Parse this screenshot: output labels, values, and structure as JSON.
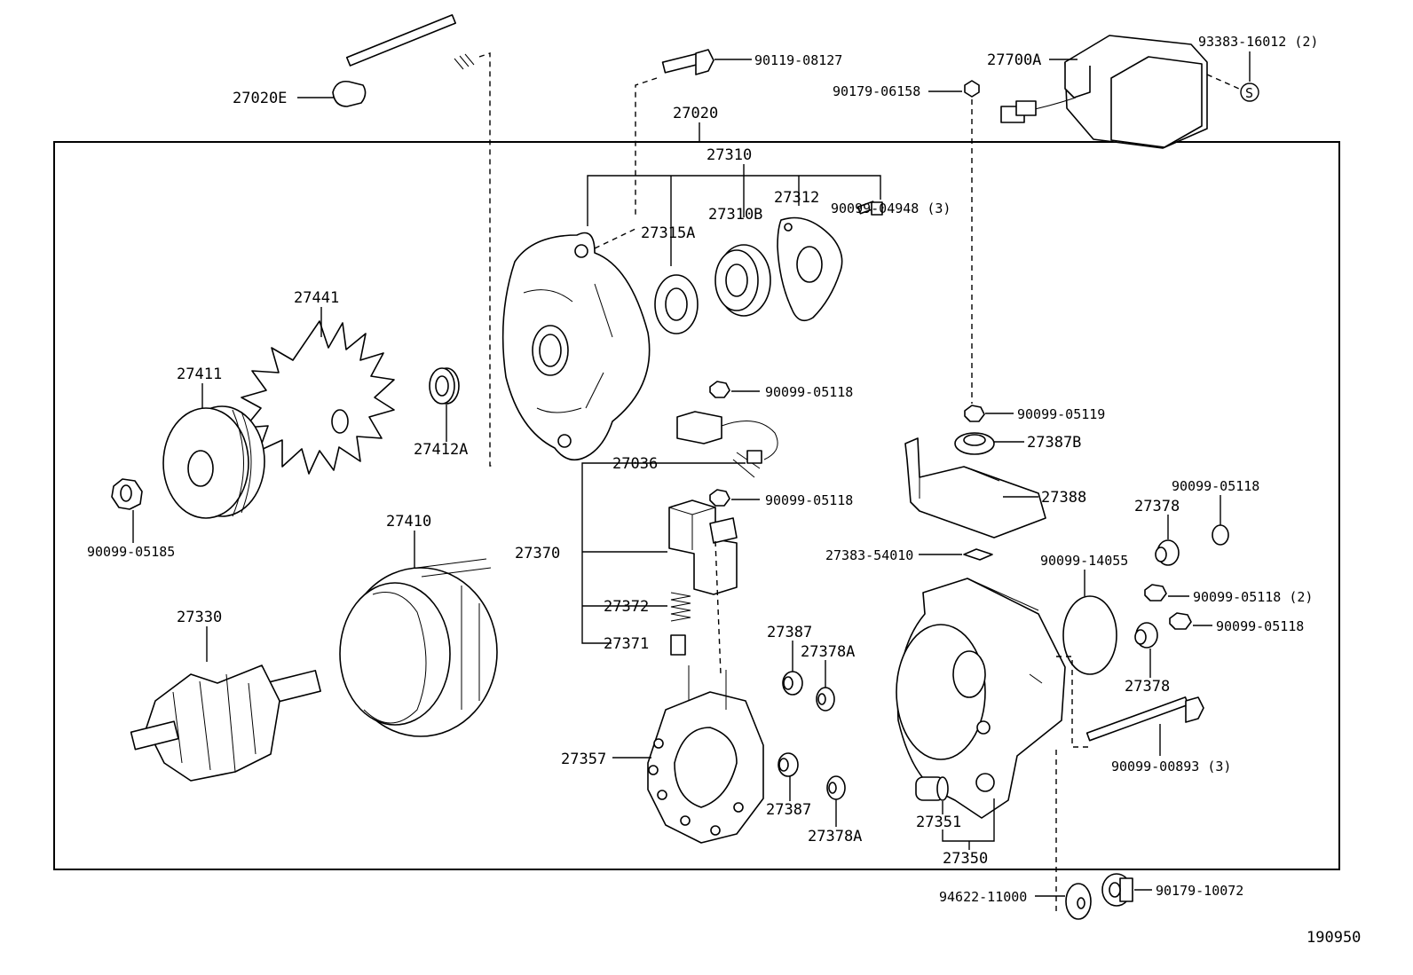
{
  "diagram_id": "190950",
  "labels": {
    "p27020E": "27020E",
    "p90119_08127": "90119-08127",
    "p27700A": "27700A",
    "p93383_16012": "93383-16012 (2)",
    "p90179_06158": "90179-06158",
    "s_mark": "S",
    "p27020": "27020",
    "p27310": "27310",
    "p27312": "27312",
    "p90099_04948": "90099-04948 (3)",
    "p27310B": "27310B",
    "p27315A": "27315A",
    "p27441": "27441",
    "p27411": "27411",
    "p27412A": "27412A",
    "p90099_05185": "90099-05185",
    "p90099_05118_a": "90099-05118",
    "p90099_05119": "90099-05119",
    "p27387B": "27387B",
    "p27036": "27036",
    "p90099_05118_b": "90099-05118",
    "p27388": "27388",
    "p90099_05118_c": "90099-05118",
    "p27378_a": "27378",
    "p27410": "27410",
    "p27370": "27370",
    "p27383_54010": "27383-54010",
    "p90099_14055": "90099-14055",
    "p90099_05118_2": "90099-05118 (2)",
    "p90099_05118_d": "90099-05118",
    "p27372": "27372",
    "p27330": "27330",
    "p27387_a": "27387",
    "p27378A_a": "27378A",
    "p27371": "27371",
    "p27378_b": "27378",
    "p90099_00893": "90099-00893 (3)",
    "p27357": "27357",
    "p27387_b": "27387",
    "p27378A_b": "27378A",
    "p27351": "27351",
    "p27350": "27350",
    "p94622_11000": "94622-11000",
    "p90179_10072": "90179-10072"
  }
}
